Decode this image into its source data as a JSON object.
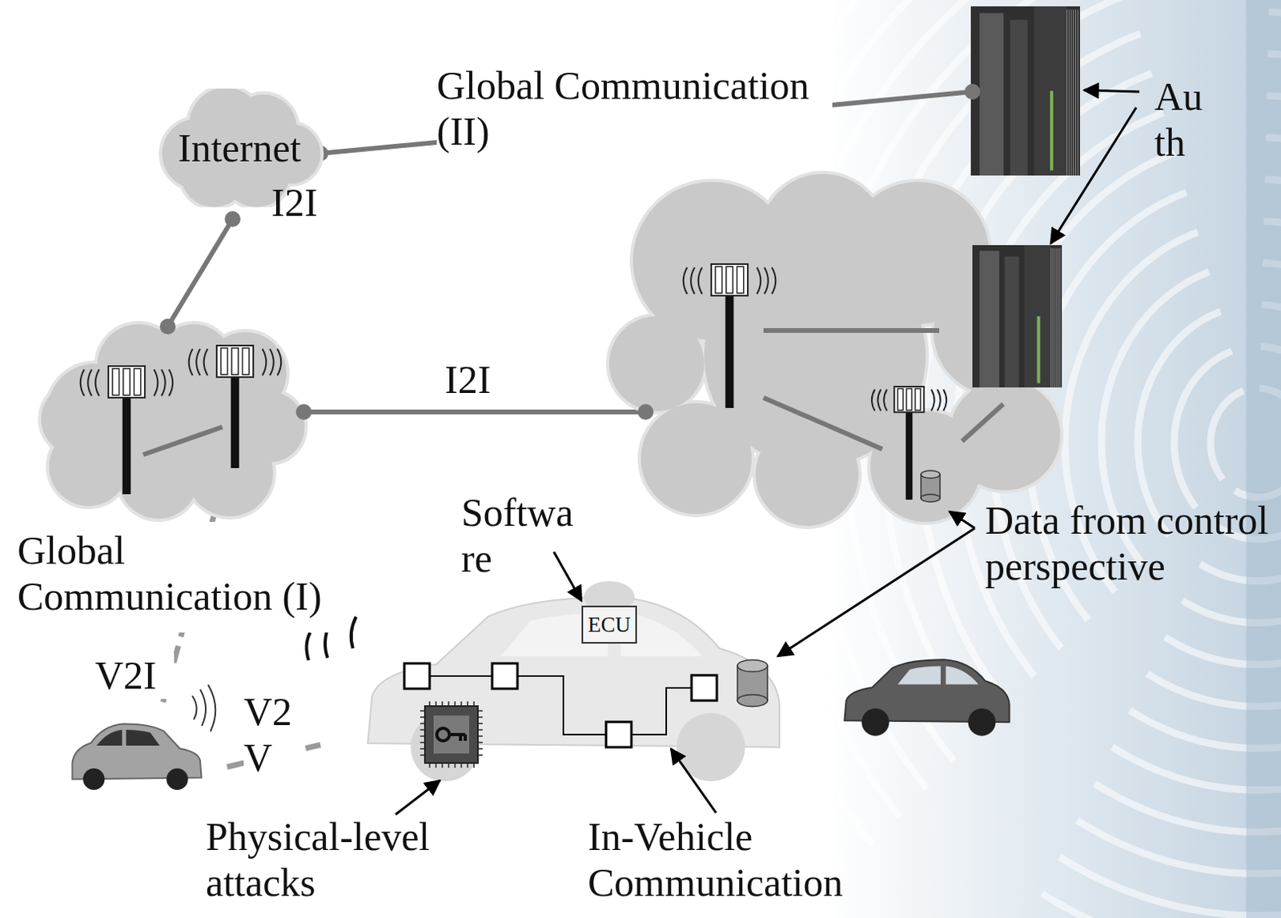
{
  "diagram": {
    "nodes": [
      {
        "text": [
          "Internet"
        ]
      },
      {
        "text": [
          "ECU"
        ]
      }
    ],
    "labels": [
      "Global Communication (II)",
      "I2I",
      "Au th",
      "I2I",
      "Global Communication (I)",
      "Softwa re",
      "Data from control perspective",
      "V2I",
      "V2 V",
      "Physical-level attacks",
      "In-Vehicle Communication"
    ]
  }
}
